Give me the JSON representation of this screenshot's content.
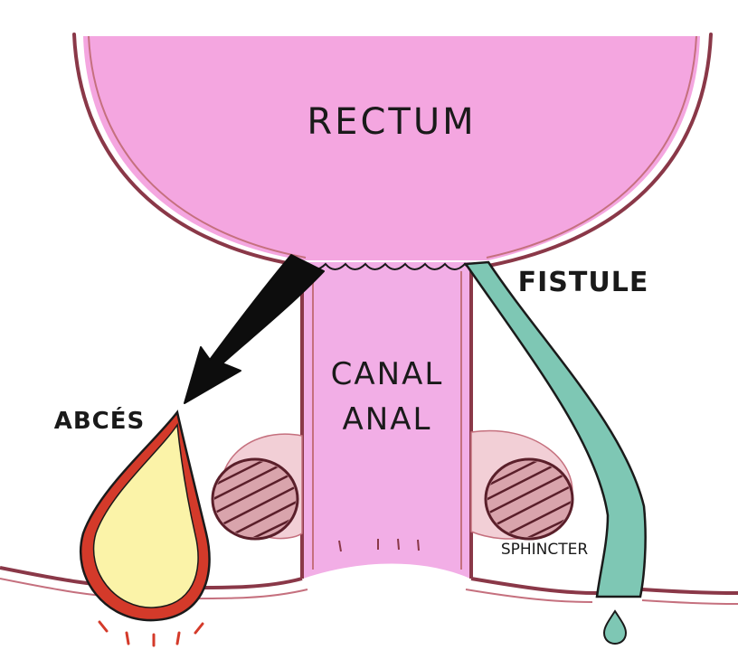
{
  "labels": {
    "rectum": "RECTUM",
    "fistula": "FISTULE",
    "canal_line1": "CANAL",
    "canal_line2": "ANAL",
    "abscess": "ABCÉS",
    "sphincter": "SPHINCTER"
  },
  "colors": {
    "rectum_fill": "#f4a6e0",
    "wall": "#8a3848",
    "wall_light": "#c5707e",
    "canal_fill": "#f2aee6",
    "fistula_fill": "#7ec7b4",
    "abscess_fill": "#fbf3a8",
    "abscess_rim": "#d43a2a",
    "arrow": "#0d0d0d",
    "muscle_fill": "#d9a4ac",
    "muscle_light": "#f2cfd6",
    "ink": "#1a1a1a"
  },
  "icons": {
    "arrow": "black-arrow-icon",
    "droplet": "fistula-drop-icon"
  }
}
